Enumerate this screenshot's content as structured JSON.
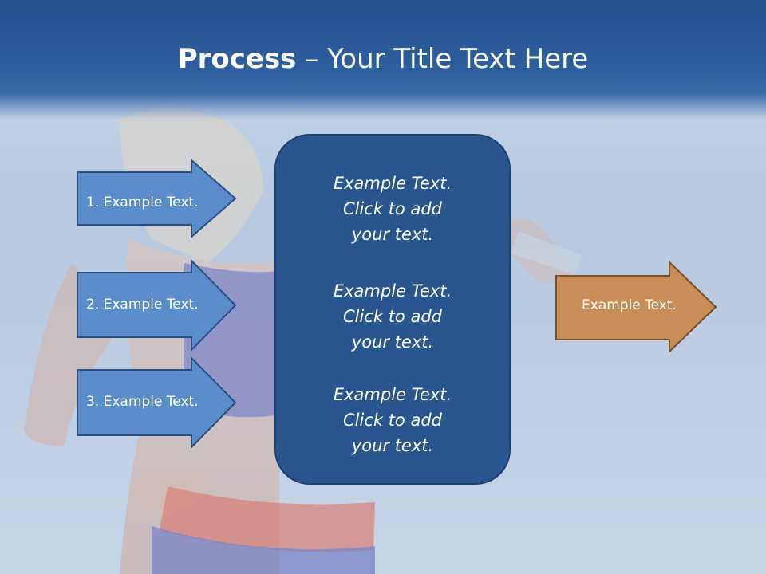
{
  "title": {
    "bold": "Process",
    "rest": " – Your Title Text Here"
  },
  "left_arrows": [
    {
      "label": "1. Example Text."
    },
    {
      "label": "2. Example Text."
    },
    {
      "label": "3. Example Text."
    }
  ],
  "center_blocks": [
    {
      "line1": "Example Text.",
      "line2": "Click  to add",
      "line3": "your text."
    },
    {
      "line1": "Example Text.",
      "line2": "Click  to add",
      "line3": "your text."
    },
    {
      "line1": "Example Text.",
      "line2": "Click  to add",
      "line3": "your text."
    }
  ],
  "right_arrow": {
    "label": "Example Text."
  },
  "colors": {
    "title_band": "#2e5d9e",
    "left_arrow_fill": "#5b8ccc",
    "left_arrow_stroke": "#2b4f80",
    "center_box": "#2b5591",
    "right_arrow_fill": "#c98e58",
    "right_arrow_stroke": "#7a4f25"
  }
}
